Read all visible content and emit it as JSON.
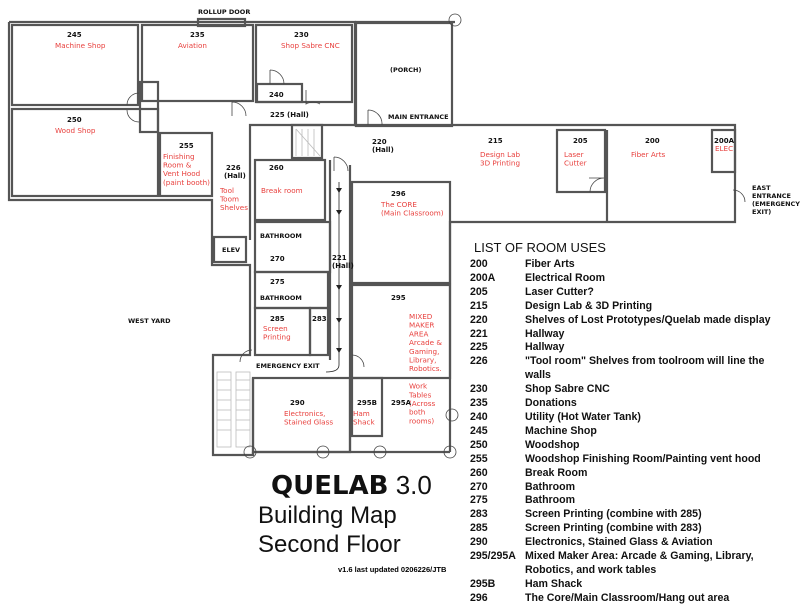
{
  "labels": {
    "rollup_door": "ROLLUP DOOR",
    "porch": "(PORCH)",
    "main_entrance": "MAIN ENTRANCE",
    "east_entrance": [
      "EAST",
      "ENTRANCE",
      "(EMERGENCY",
      "EXIT)"
    ],
    "west_yard": "WEST YARD",
    "emergency_exit": "EMERGENCY EXIT",
    "elev": "ELEV",
    "bathroom_upper": "BATHROOM",
    "bathroom_lower": "BATHROOM"
  },
  "rooms": {
    "r245": {
      "num": "245",
      "name": [
        "Machine Shop"
      ]
    },
    "r235": {
      "num": "235",
      "name": [
        "Aviation"
      ]
    },
    "r230": {
      "num": "230",
      "name": [
        "Shop Sabre CNC"
      ]
    },
    "r240": {
      "num": "240"
    },
    "r225": {
      "num": "225 (Hall)"
    },
    "r250": {
      "num": "250",
      "name": [
        "Wood Shop"
      ]
    },
    "r255": {
      "num": "255",
      "name": [
        "Finishing",
        "Room &",
        "Vent Hood",
        "(paint booth)"
      ]
    },
    "r226": {
      "num": [
        "226",
        "(Hall)"
      ],
      "name": [
        "Tool",
        "Toom",
        "Shelves"
      ]
    },
    "r220": {
      "num": [
        "220",
        "(Hall)"
      ]
    },
    "r215": {
      "num": "215",
      "name": [
        "Design Lab",
        "3D Printing"
      ]
    },
    "r205": {
      "num": "205",
      "name": [
        "Laser",
        "Cutter"
      ]
    },
    "r200": {
      "num": "200",
      "name": [
        "Fiber Arts"
      ]
    },
    "r200a": {
      "num": "200A",
      "name": [
        "ELEC"
      ]
    },
    "r260": {
      "num": "260",
      "name": [
        "Break room"
      ]
    },
    "r296": {
      "num": "296",
      "name": [
        "The CORE",
        "(Main Classroom)"
      ]
    },
    "r221": {
      "num": [
        "221",
        "(Hall)"
      ]
    },
    "r270": {
      "num": "270"
    },
    "r275": {
      "num": "275"
    },
    "r285": {
      "num": "285",
      "name": [
        "Screen",
        "Printing"
      ]
    },
    "r283": {
      "num": "283"
    },
    "r295": {
      "num": "295",
      "name": [
        "MIXED",
        "MAKER",
        "AREA",
        "Arcade &",
        "Gaming,",
        "Library,",
        "Robotics.",
        "",
        "Work",
        "Tables",
        "(Across",
        "both",
        "rooms)"
      ]
    },
    "r290": {
      "num": "290",
      "name": [
        "Electronics,",
        "Stained Glass"
      ]
    },
    "r295b": {
      "num": "295B",
      "name": [
        "Ham",
        "Shack"
      ]
    },
    "r295a": {
      "num": "295A"
    }
  },
  "legend": {
    "title": "LIST OF ROOM USES",
    "items": [
      {
        "n": "200",
        "d": "Fiber Arts"
      },
      {
        "n": "200A",
        "d": "Electrical Room"
      },
      {
        "n": "205",
        "d": "Laser Cutter?"
      },
      {
        "n": "215",
        "d": "Design Lab & 3D Printing"
      },
      {
        "n": "220",
        "d": "Shelves of Lost Prototypes/Quelab made display"
      },
      {
        "n": "221",
        "d": "Hallway"
      },
      {
        "n": "225",
        "d": "Hallway"
      },
      {
        "n": "226",
        "d": "\"Tool room\" Shelves from toolroom will line the walls"
      },
      {
        "n": "230",
        "d": "Shop Sabre CNC"
      },
      {
        "n": "235",
        "d": "Donations"
      },
      {
        "n": "240",
        "d": "Utility (Hot Water Tank)"
      },
      {
        "n": "245",
        "d": "Machine Shop"
      },
      {
        "n": "250",
        "d": "Woodshop"
      },
      {
        "n": "255",
        "d": "Woodshop Finishing Room/Painting vent hood"
      },
      {
        "n": "260",
        "d": "Break  Room"
      },
      {
        "n": "270",
        "d": "Bathroom"
      },
      {
        "n": "275",
        "d": "Bathroom"
      },
      {
        "n": "283",
        "d": "Screen Printing (combine with 285)"
      },
      {
        "n": "285",
        "d": "Screen Printing (combine with 283)"
      },
      {
        "n": "290",
        "d": "Electronics, Stained Glass & Aviation"
      },
      {
        "n": "295/295A",
        "d": "Mixed Maker Area: Arcade & Gaming, Library,"
      },
      {
        "n": "",
        "d": "Robotics, and work tables"
      },
      {
        "n": "295B",
        "d": "Ham Shack"
      },
      {
        "n": "296",
        "d": "The Core/Main Classroom/Hang out area"
      }
    ]
  },
  "title": {
    "brand": "QUELAB",
    "version": "3.0",
    "line2": "Building Map",
    "line3": "Second Floor",
    "updated": "v1.6 last updated 0206226/JTB"
  },
  "colors": {
    "room_label": "#e8413e",
    "wall": "#555555"
  }
}
